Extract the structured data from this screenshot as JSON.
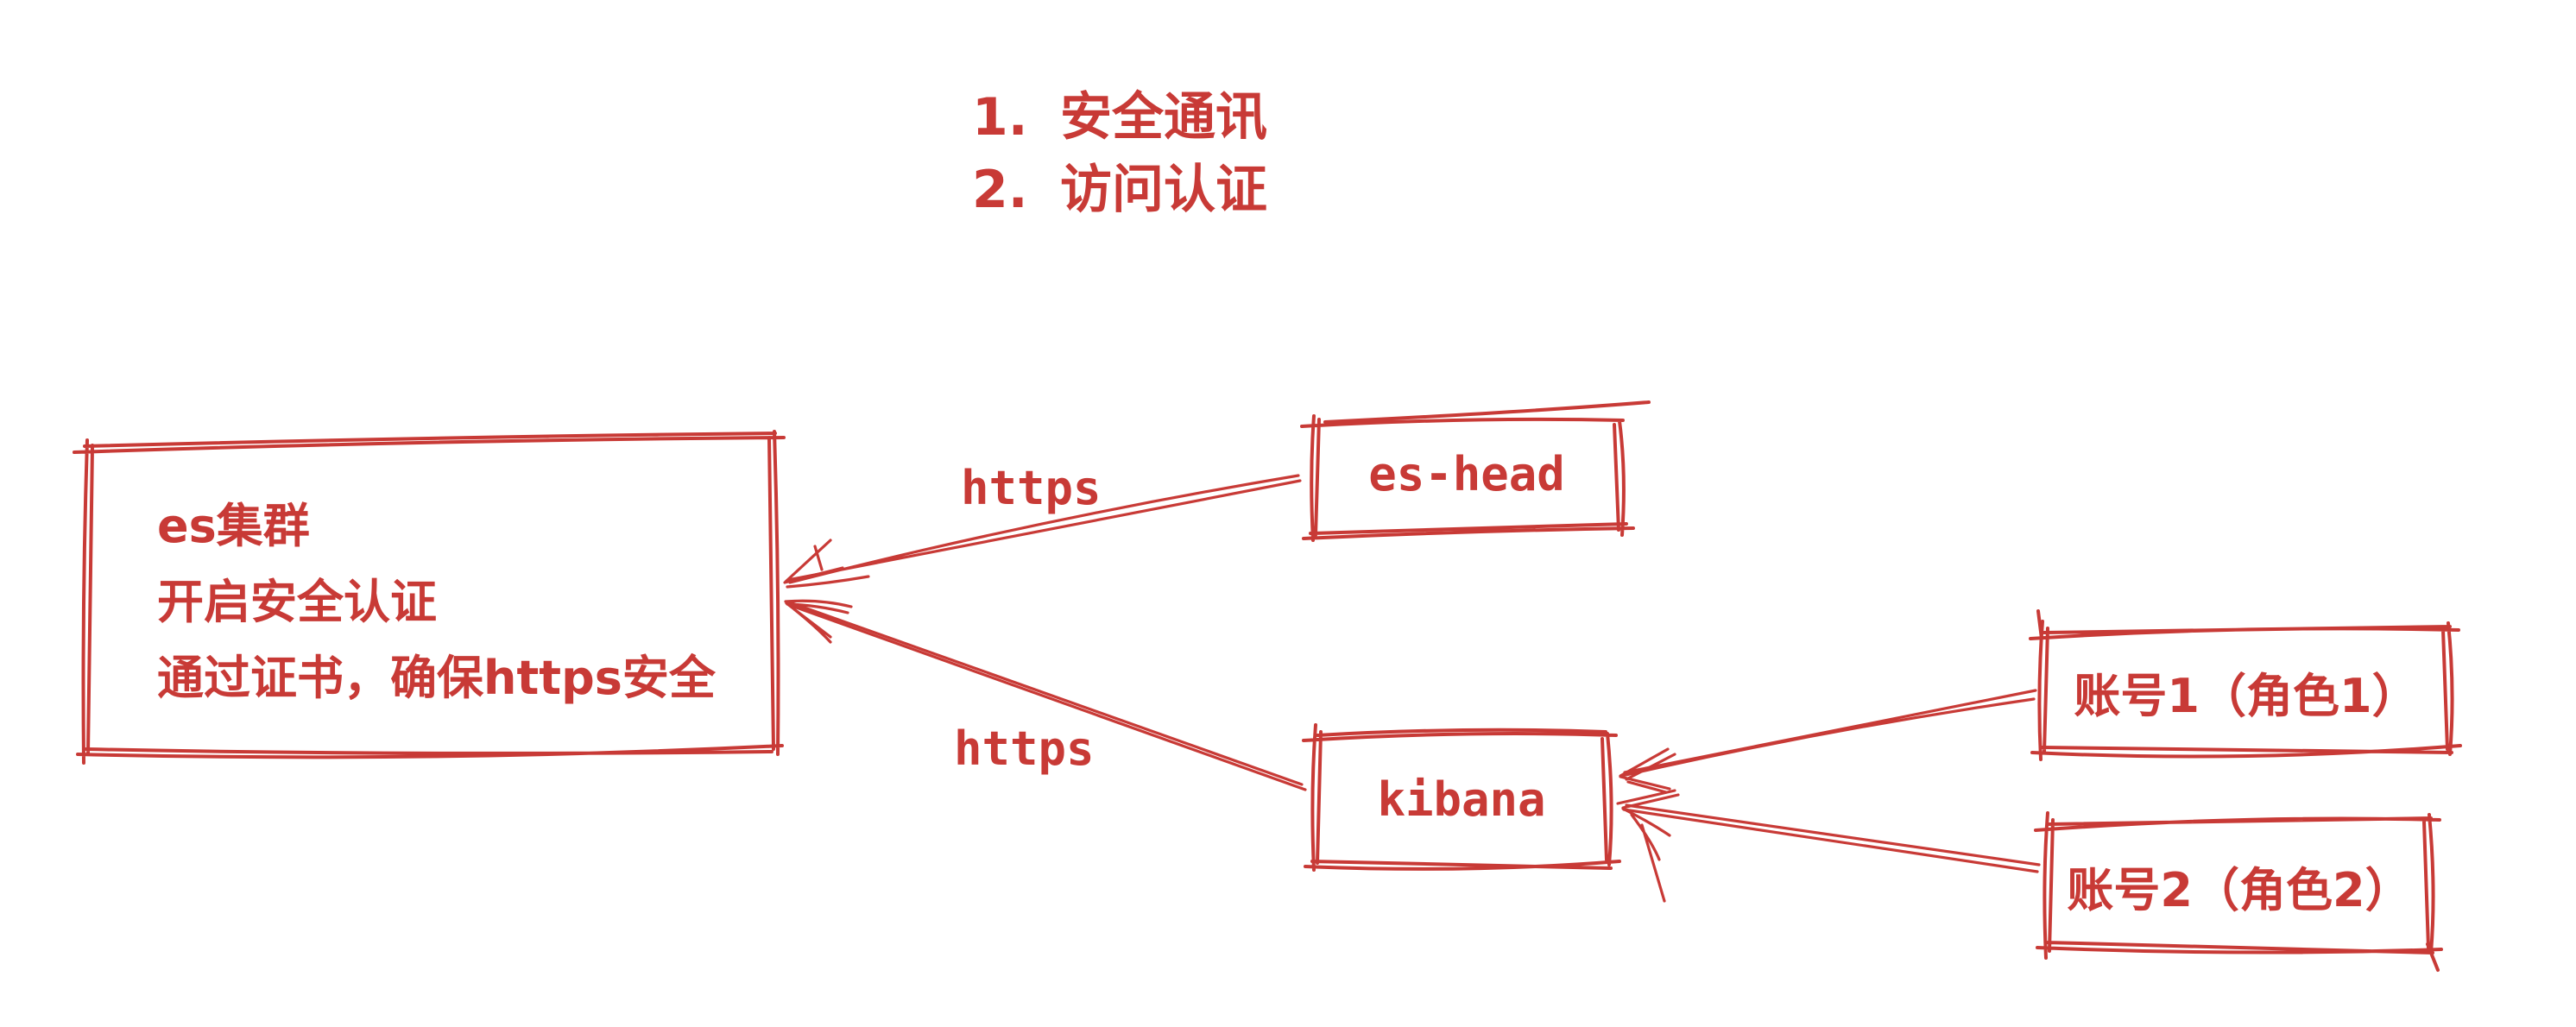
{
  "colors": {
    "ink": "#c83a36",
    "background": "#ffffff"
  },
  "notes": {
    "items": [
      {
        "num": "1.",
        "text": "安全通讯"
      },
      {
        "num": "2.",
        "text": "访问认证"
      }
    ]
  },
  "es_cluster": {
    "lines": [
      "es集群",
      "开启安全认证",
      "通过证书，确保https安全"
    ]
  },
  "nodes": {
    "es_head": "es-head",
    "kibana": "kibana",
    "account1": "账号1（角色1）",
    "account2": "账号2（角色2）"
  },
  "edge_labels": {
    "es_head_https": "https",
    "kibana_https": "https"
  }
}
